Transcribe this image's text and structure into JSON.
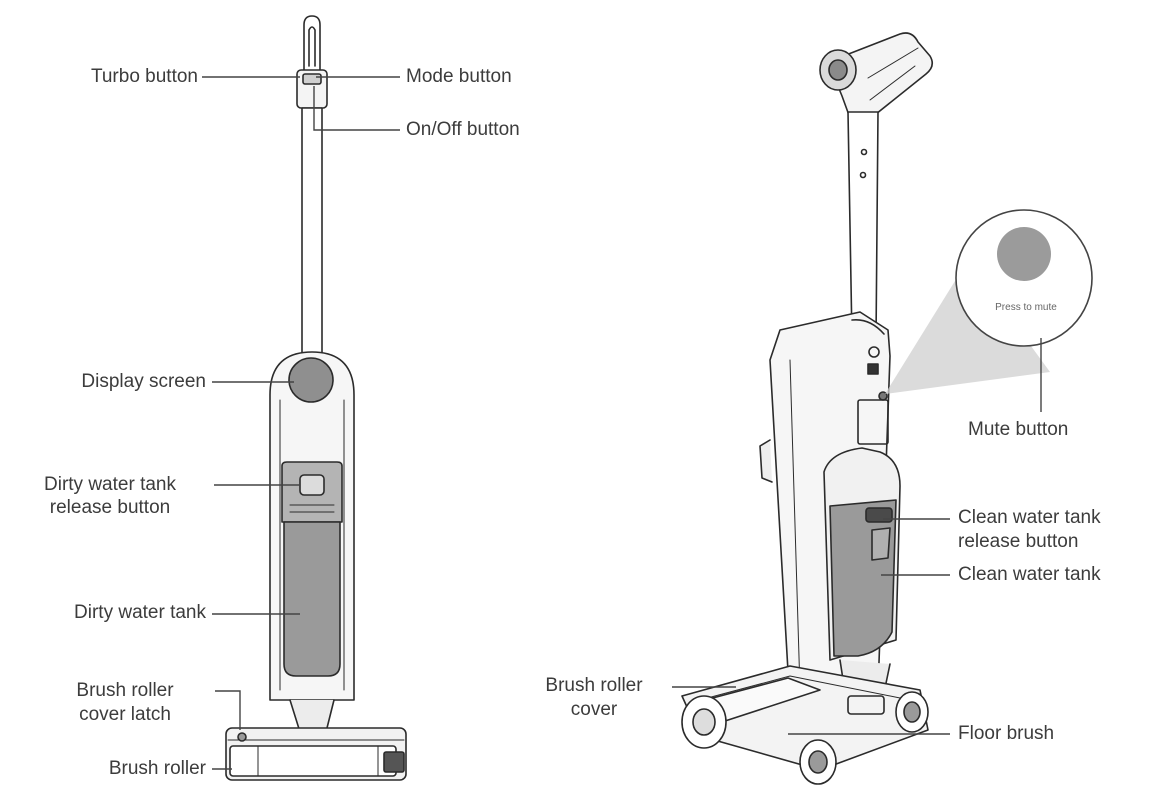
{
  "colors": {
    "outline": "#2b2b2b",
    "leader": "#444444",
    "tank_fill": "#9a9a9a",
    "screen_fill": "#8f8f8f",
    "mute_circle": "#9b9b9b",
    "body_fill": "#f4f4f4",
    "text": "#3c3c3c"
  },
  "left_view": {
    "labels": {
      "turbo_button": "Turbo button",
      "mode_button": "Mode button",
      "on_off_button": "On/Off button",
      "display_screen": "Display screen",
      "dirty_release_line1": "Dirty water tank",
      "dirty_release_line2": "release button",
      "dirty_water_tank": "Dirty water tank",
      "roller_latch_line1": "Brush roller",
      "roller_latch_line2": "cover latch",
      "brush_roller": "Brush roller"
    }
  },
  "right_view": {
    "labels": {
      "press_to_mute": "Press to mute",
      "mute_button": "Mute button",
      "clean_release_line1": "Clean water tank",
      "clean_release_line2": "release button",
      "clean_water_tank": "Clean water tank",
      "roller_cover_line1": "Brush roller",
      "roller_cover_line2": "cover",
      "floor_brush": "Floor brush"
    }
  }
}
